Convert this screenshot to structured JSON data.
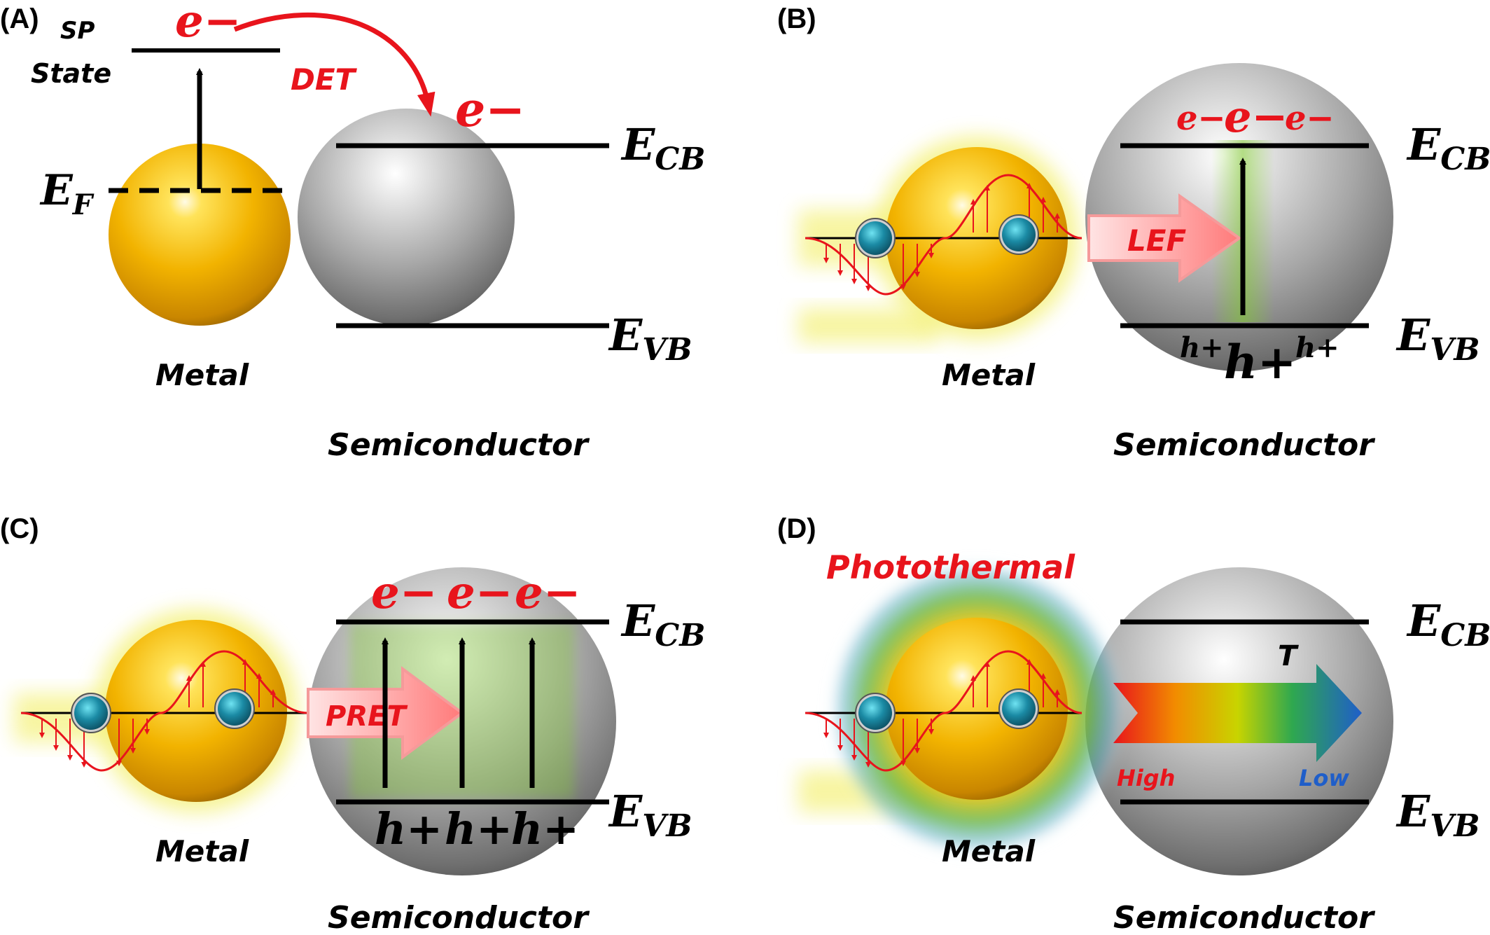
{
  "panels": [
    {
      "label": "(A)",
      "metal": "Metal",
      "semiconductor": "Semiconductor",
      "ecb_main": "E",
      "ecb_sub": "CB",
      "evb_main": "E",
      "evb_sub": "VB",
      "ef_main": "E",
      "ef_sub": "F",
      "sp_line1": "SP",
      "sp_line2": "State",
      "electron": "e−",
      "process": "DET"
    },
    {
      "label": "(B)",
      "metal": "Metal",
      "semiconductor": "Semiconductor",
      "ecb_main": "E",
      "ecb_sub": "CB",
      "evb_main": "E",
      "evb_sub": "VB",
      "electron": "e−",
      "hole": "h+",
      "process": "LEF"
    },
    {
      "label": "(C)",
      "metal": "Metal",
      "semiconductor": "Semiconductor",
      "ecb_main": "E",
      "ecb_sub": "CB",
      "evb_main": "E",
      "evb_sub": "VB",
      "electron": "e−",
      "hole": "h+",
      "process": "PRET"
    },
    {
      "label": "(D)",
      "metal": "Metal",
      "semiconductor": "Semiconductor",
      "ecb_main": "E",
      "ecb_sub": "CB",
      "evb_main": "E",
      "evb_sub": "VB",
      "process": "Photothermal",
      "temp_symbol": "T",
      "temp_high": "High",
      "temp_low": "Low"
    }
  ],
  "colors": {
    "red": "#e8141c",
    "gold": "#f2b300",
    "glow": "#f4f17a",
    "blue_dot": "#1b8ba5",
    "low_blue": "#1f5ec9"
  }
}
